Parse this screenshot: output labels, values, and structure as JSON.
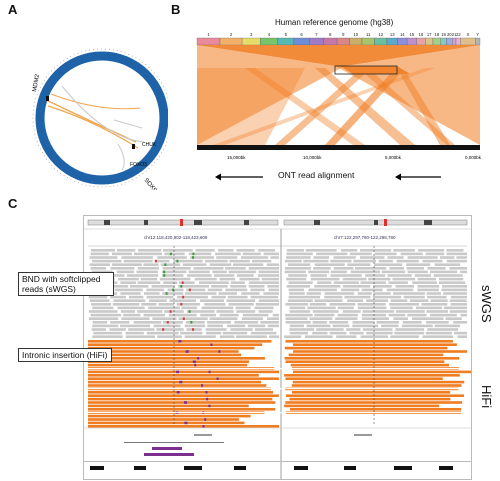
{
  "panels": {
    "a": "A",
    "b": "B",
    "c": "C"
  },
  "circos": {
    "labels": [
      "MDM2",
      "CHUK",
      "SOX9",
      "FOXO3"
    ],
    "colors": {
      "ring": "#1e63a8",
      "insertion": "#f0a64e",
      "link": "#c9c9c9"
    }
  },
  "genome": {
    "title": "Human reference genome (hg38)",
    "chromosomes": [
      "1",
      "2",
      "3",
      "4",
      "5",
      "6",
      "7",
      "8",
      "9",
      "10",
      "11",
      "12",
      "13",
      "14",
      "15",
      "16",
      "17",
      "18",
      "19",
      "20",
      "21",
      "22",
      "X",
      "Y"
    ],
    "chrom_colors": [
      "#e88a9a",
      "#f2b06b",
      "#e7dc6a",
      "#78c46b",
      "#57b8b3",
      "#6f8cd6",
      "#9e7bc4",
      "#c478a7",
      "#d98686",
      "#c8ae6a",
      "#a7c46b",
      "#6bbfa0",
      "#5ea8c9",
      "#8f8fd9",
      "#bf8fc9",
      "#e6a3a3",
      "#d7c58a",
      "#a3d08a",
      "#8ac7c7",
      "#9aaee0",
      "#c9a3d9",
      "#e3b7c9",
      "#e0c08a",
      "#b5b5b5"
    ],
    "ont_ticks": [
      "15,000bk",
      "10,000bk",
      "5,000bk",
      "0,000bk"
    ],
    "ont_label": "ONT read alignment",
    "colors": {
      "ribbon": "#f07d23"
    }
  },
  "igv": {
    "locus_left": "chr12:118,420,902-118,423,609",
    "locus_right": "chr7:122,297,780-122,298,780",
    "callout_bnd": "BND with softclipped reads (sWGS)",
    "callout_ins": "Intronic insertion (HiFi)",
    "track_swgs": "sWGS",
    "track_hifi": "HiFi",
    "colors": {
      "read_gray": "#c9c9c9",
      "read_orange": "#ef7d22",
      "insert_purple": "#7b2f8e"
    }
  }
}
